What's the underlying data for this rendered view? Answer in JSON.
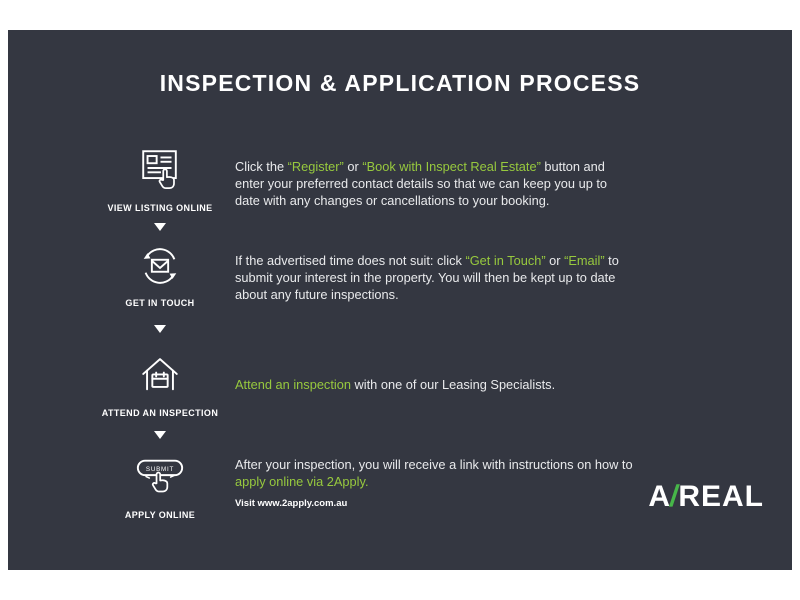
{
  "title": "INSPECTION & APPLICATION PROCESS",
  "colors": {
    "panel_bg": "#343741",
    "accent": "#97c93e",
    "text_color": "#e9eaec",
    "logo_slash": "#47b649"
  },
  "steps": [
    {
      "label": "VIEW LISTING ONLINE",
      "icon": "view-listing-online-icon",
      "segments": [
        {
          "text": "Click the "
        },
        {
          "text": "“Register”",
          "accent": true
        },
        {
          "text": " or "
        },
        {
          "text": "“Book with Inspect Real Estate”",
          "accent": true
        },
        {
          "text": " button and enter your preferred contact details so that we can keep you up to date with any changes or cancellations to your booking."
        }
      ]
    },
    {
      "label": "GET IN TOUCH",
      "icon": "get-in-touch-icon",
      "segments": [
        {
          "text": "If the advertised time does not suit: click "
        },
        {
          "text": "“Get in Touch”",
          "accent": true
        },
        {
          "text": " or "
        },
        {
          "text": "“Email”",
          "accent": true
        },
        {
          "text": " to submit your interest in the property. You will then be kept up to date about any future inspections."
        }
      ]
    },
    {
      "label": "ATTEND AN INSPECTION",
      "icon": "attend-inspection-icon",
      "segments": [
        {
          "text": "Attend an inspection",
          "accent": true
        },
        {
          "text": " with one of our Leasing Specialists."
        }
      ]
    },
    {
      "label": "APPLY ONLINE",
      "icon": "apply-online-icon",
      "segments": [
        {
          "text": "After your inspection, you will receive a link with instructions on how to "
        },
        {
          "text": "apply online via 2Apply.",
          "accent": true
        }
      ],
      "note": "Visit www.2apply.com.au"
    }
  ],
  "apply_icon": {
    "button_label": "SUBMIT"
  },
  "logo": {
    "prefix": "A",
    "slash": "/",
    "suffix": "REAL"
  }
}
